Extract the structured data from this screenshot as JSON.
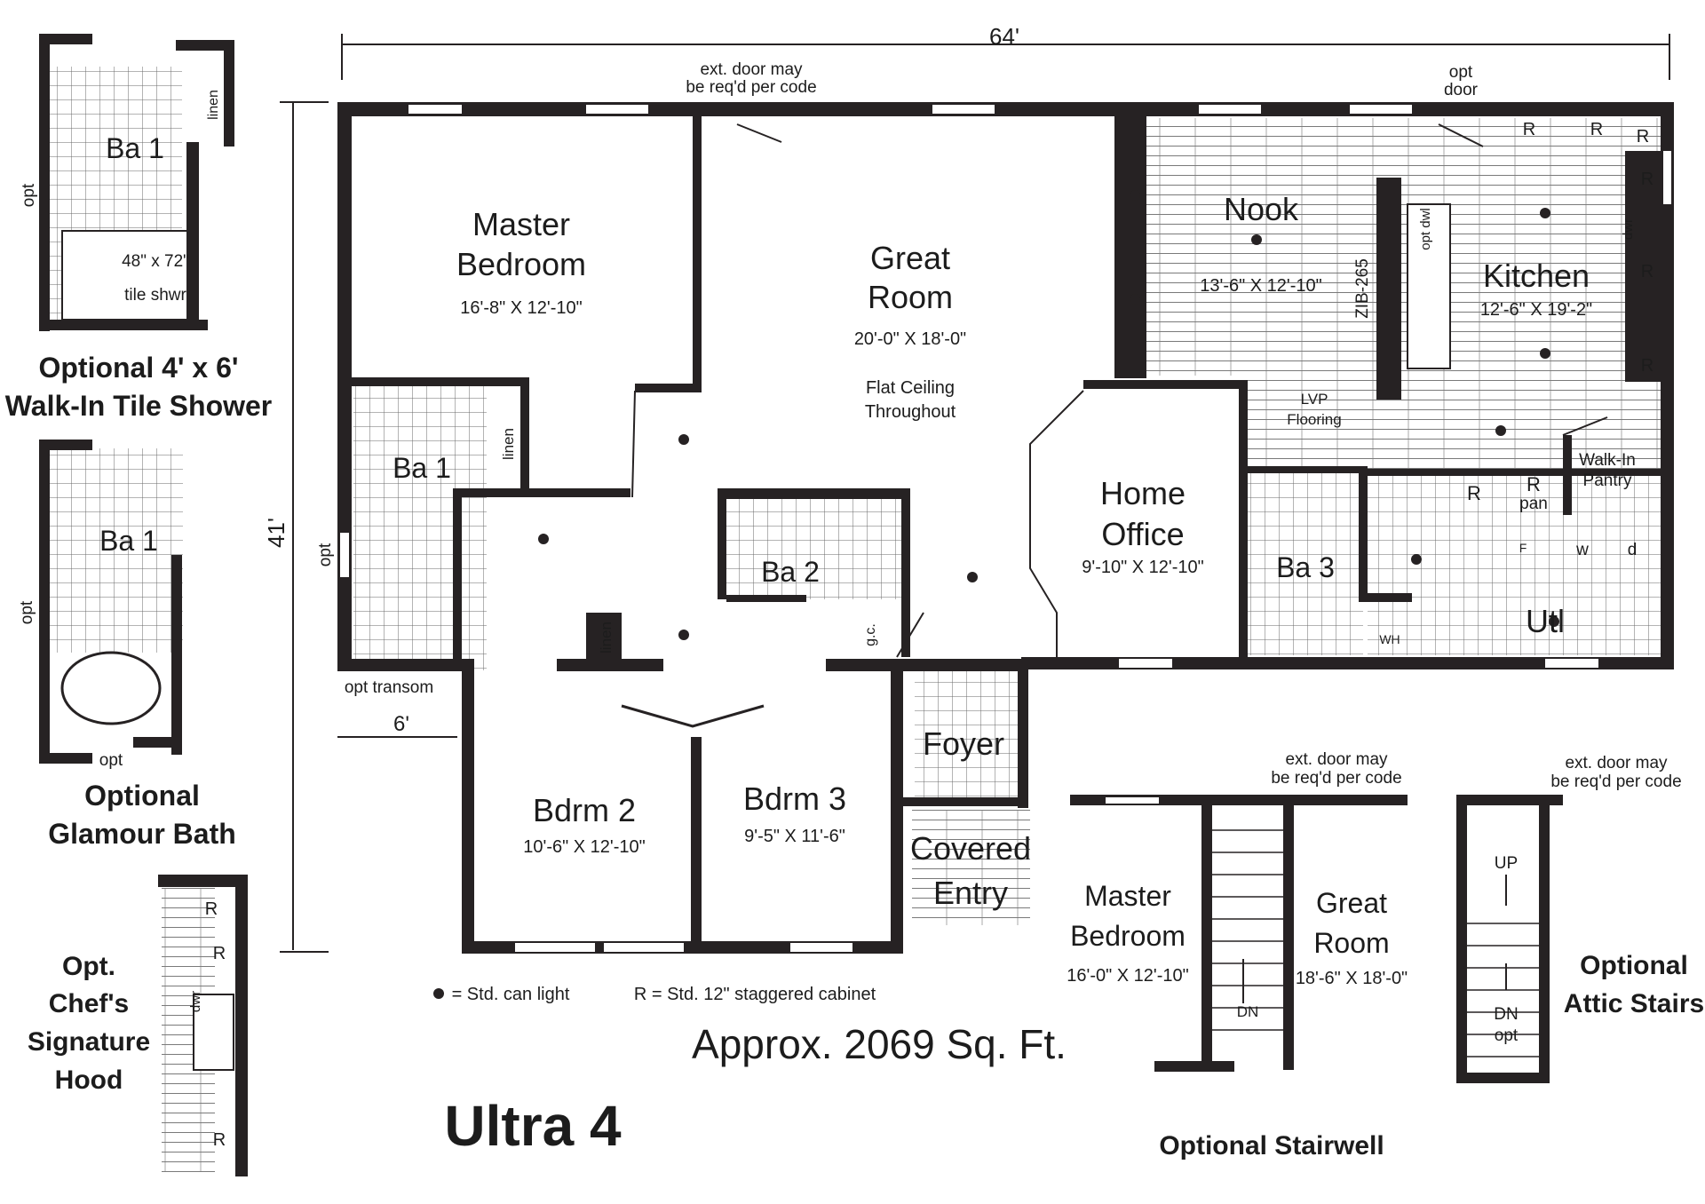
{
  "plan": {
    "model_name": "Ultra 4",
    "area": "Approx. 2069 Sq. Ft.",
    "overall_width": "64'",
    "overall_depth": "41'",
    "bump_width": "6'",
    "legend_light": "= Std. can light",
    "legend_cabinet": "R = Std. 12\" staggered cabinet",
    "notes": {
      "ext_door_1": "ext. door may",
      "ext_door_2": "be req'd per code",
      "opt_door_1": "opt",
      "opt_door_2": "door",
      "opt_transom": "opt transom",
      "flat_ceiling_1": "Flat Ceiling",
      "flat_ceiling_2": "Throughout",
      "lvp_1": "LVP",
      "lvp_2": "Flooring",
      "zib": "ZIB-265",
      "opt_dwl": "opt dwl",
      "dwr": "dwr",
      "linen": "linen",
      "gc": "g.c.",
      "opt": "opt",
      "pan": "pan",
      "wh": "WH",
      "w": "w",
      "d": "d",
      "f": "F",
      "r": "R"
    },
    "rooms": {
      "master": {
        "name_1": "Master",
        "name_2": "Bedroom",
        "dims": "16'-8\" X 12'-10\""
      },
      "great": {
        "name_1": "Great",
        "name_2": "Room",
        "dims": "20'-0\" X 18'-0\""
      },
      "nook": {
        "name": "Nook",
        "dims": "13'-6\" X 12'-10\""
      },
      "kitchen": {
        "name": "Kitchen",
        "dims": "12'-6\" X 19'-2\""
      },
      "home_office": {
        "name_1": "Home",
        "name_2": "Office",
        "dims": "9'-10\" X 12'-10\""
      },
      "ba1": {
        "name": "Ba 1"
      },
      "ba2": {
        "name": "Ba 2"
      },
      "ba3": {
        "name": "Ba 3"
      },
      "bdrm2": {
        "name": "Bdrm 2",
        "dims": "10'-6\" X 12'-10\""
      },
      "bdrm3": {
        "name": "Bdrm 3",
        "dims": "9'-5\" X 11'-6\""
      },
      "foyer": {
        "name": "Foyer"
      },
      "covered_entry": {
        "name_1": "Covered",
        "name_2": "Entry"
      },
      "utl": {
        "name": "Utl"
      },
      "walkin_pantry": {
        "name_1": "Walk-In",
        "name_2": "Pantry"
      }
    }
  },
  "options": {
    "tile_shower": {
      "title_1": "Optional 4' x 6'",
      "title_2": "Walk-In Tile Shower",
      "bath": "Ba 1",
      "shower_1": "48\" x 72\"",
      "shower_2": "tile shwr",
      "opt": "opt",
      "linen": "linen"
    },
    "glamour_bath": {
      "title_1": "Optional",
      "title_2": "Glamour Bath",
      "bath": "Ba 1",
      "opt_side": "opt",
      "opt_bottom": "opt"
    },
    "chefs_hood": {
      "title_1": "Opt.",
      "title_2": "Chef's",
      "title_3": "Signature",
      "title_4": "Hood",
      "dwr": "dwr"
    },
    "stairwell": {
      "title": "Optional Stairwell",
      "ext_door_1": "ext. door may",
      "ext_door_2": "be req'd per code",
      "master_1": "Master",
      "master_2": "Bedroom",
      "master_dims": "16'-0\" X 12'-10\"",
      "great_1": "Great",
      "great_2": "Room",
      "great_dims": "18'-6\" X 18'-0\"",
      "dn": "DN"
    },
    "attic": {
      "title_1": "Optional",
      "title_2": "Attic Stairs",
      "ext_door_1": "ext. door may",
      "ext_door_2": "be req'd per code",
      "up": "UP",
      "dn": "DN",
      "opt": "opt"
    }
  }
}
